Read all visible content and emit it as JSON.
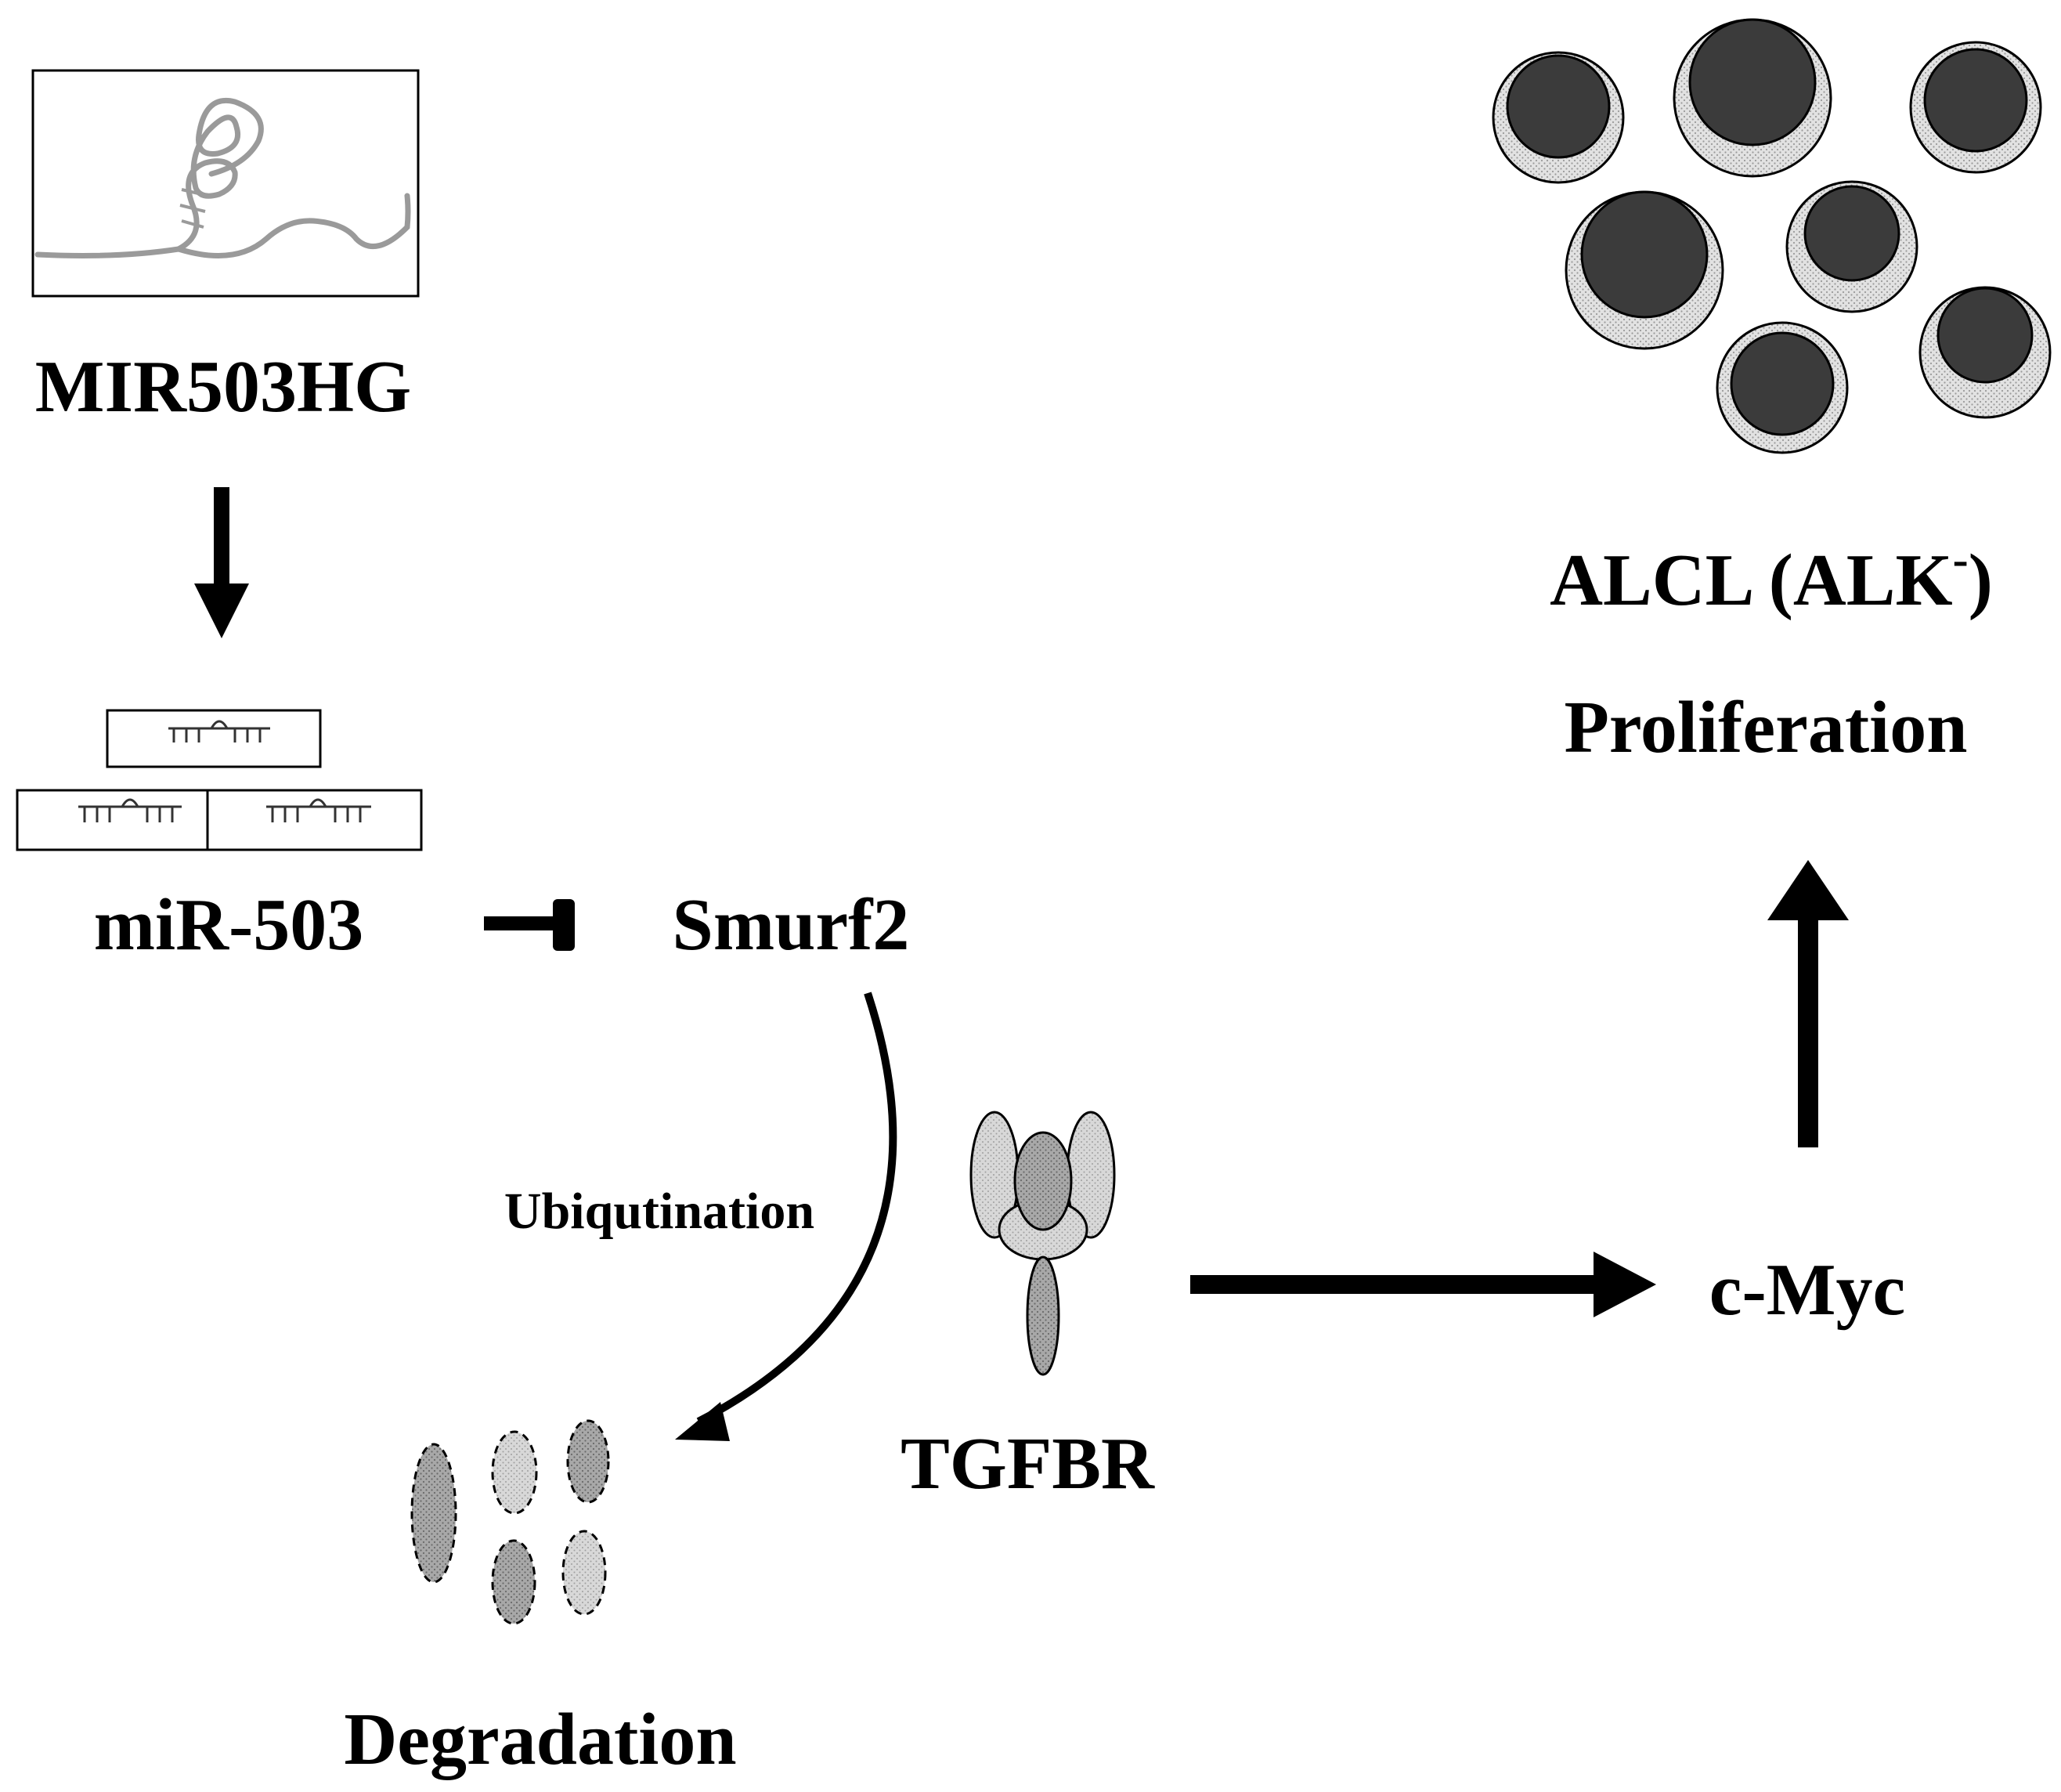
{
  "labels": {
    "lncrna": "MIR503HG",
    "mirna": "miR-503",
    "smurf2": "Smurf2",
    "ubiquitination": "Ubiqutination",
    "degradation": "Degradation",
    "tgfbr": "TGFBR",
    "cmyc": "c-Myc",
    "alcl_main": "ALCL (ALK",
    "alcl_sup": "-",
    "alcl_close": ")",
    "proliferation": "Proliferation"
  },
  "colors": {
    "ink": "#000000",
    "cell_nucleus": "#3b3b3b",
    "cell_cytoplasm": "#e4e4e4",
    "receptor_dark": "#7d7d7d",
    "receptor_light": "#cfcfcf",
    "fragment_dark": "#a3a3a3",
    "fragment_light": "#d4d4d4"
  }
}
